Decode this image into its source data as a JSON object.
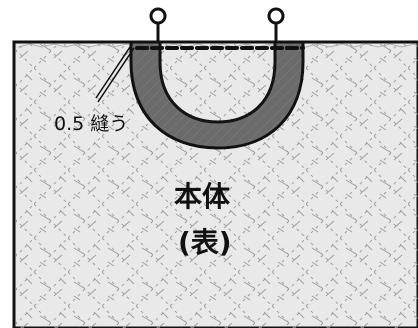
{
  "diagram": {
    "callout_label": "0.5 縫う",
    "main_label": "本体",
    "sub_label": "(表)"
  },
  "colors": {
    "background": "#ffffff",
    "fabric_fill": "#e9e9e9",
    "pattern_stroke": "#9a9a9a",
    "outline": "#111111",
    "handle_fill": "#6b6b6b",
    "handle_highlight": "#8a8a8a"
  },
  "icons": {
    "ring": "ring-icon"
  }
}
